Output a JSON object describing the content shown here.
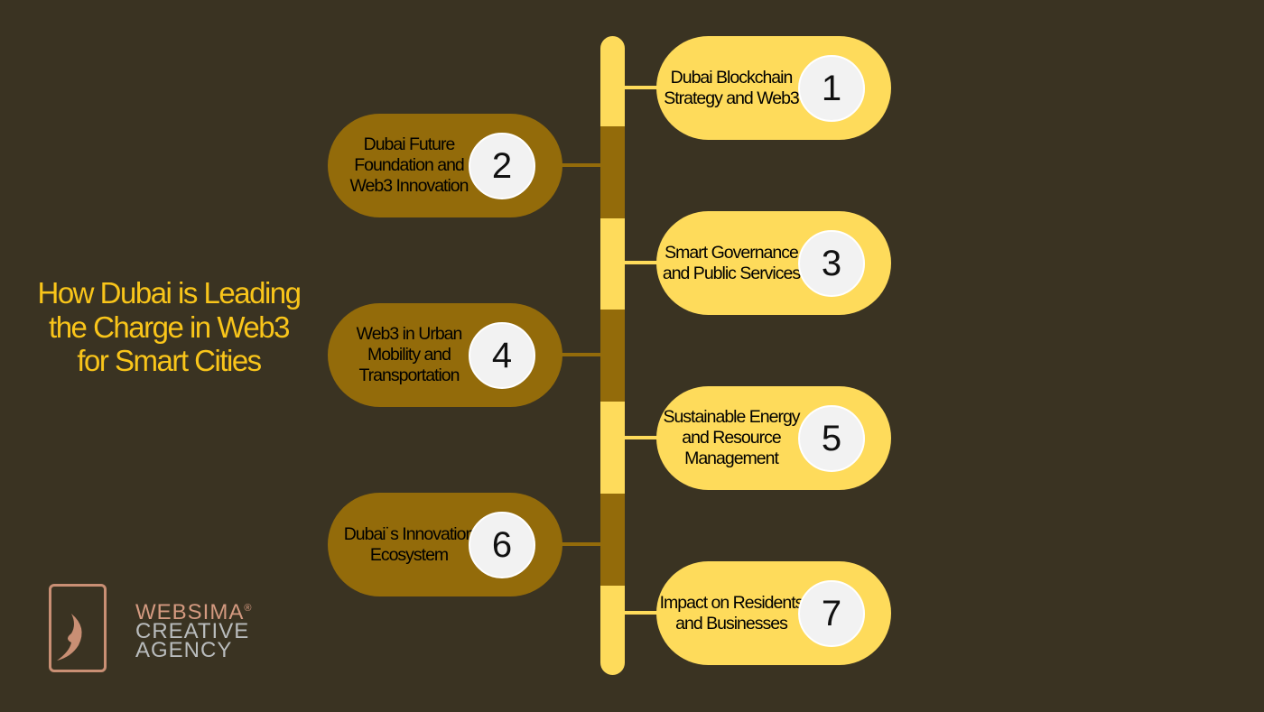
{
  "title": "How Dubai is Leading the Charge in Web3 for Smart Cities",
  "colors": {
    "background": "#3a3322",
    "yellow": "#fedb5b",
    "brown": "#936b0a",
    "title": "#f9c51a"
  },
  "steps": [
    {
      "number": "1",
      "label": "Dubai Blockchain Strategy and Web3",
      "side": "right"
    },
    {
      "number": "2",
      "label": "Dubai Future Foundation and Web3 Innovation",
      "side": "left"
    },
    {
      "number": "3",
      "label": "Smart Governance and Public Services",
      "side": "right"
    },
    {
      "number": "4",
      "label": "Web3 in Urban Mobility and Transportation",
      "side": "left"
    },
    {
      "number": "5",
      "label": "Sustainable Energy and Resource Management",
      "side": "right"
    },
    {
      "number": "6",
      "label": "Dubai˙s Innovation Ecosystem",
      "side": "left"
    },
    {
      "number": "7",
      "label": "Impact on Residents and Businesses",
      "side": "right"
    }
  ],
  "logo": {
    "brand": "WEBSIMA",
    "reg": "®",
    "line2": "CREATIVE",
    "line3": "AGENCY"
  }
}
